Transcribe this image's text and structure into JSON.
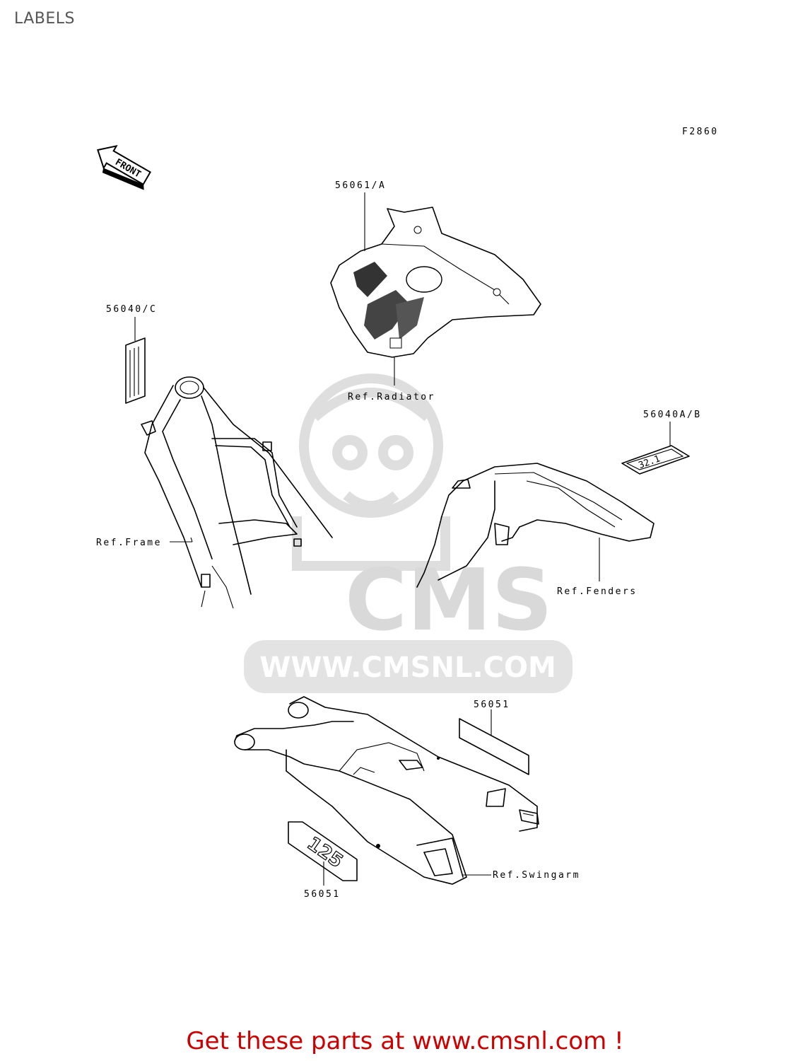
{
  "page": {
    "title": "LABELS"
  },
  "figure": {
    "code": "F2860",
    "front_label": "FRONT"
  },
  "callouts": {
    "part_56061A": "56061/A",
    "part_56040C": "56040/C",
    "part_56040AB": "56040A/B",
    "part_56051_top": "56051",
    "part_56051_bottom": "56051",
    "ref_radiator": "Ref.Radiator",
    "ref_frame": "Ref.Frame",
    "ref_fenders": "Ref.Fenders",
    "ref_swingarm": "Ref.Swingarm"
  },
  "decals": {
    "fender_decal_text": "32.1",
    "swingarm_decal_text": "125"
  },
  "watermark": {
    "brand": "CMS",
    "url": "WWW.CMSNL.COM"
  },
  "cta": {
    "text": "Get these parts at www.cmsnl.com !"
  },
  "colors": {
    "cta": "#cc0000",
    "watermark": "#d9d9d9",
    "title": "#555555"
  }
}
